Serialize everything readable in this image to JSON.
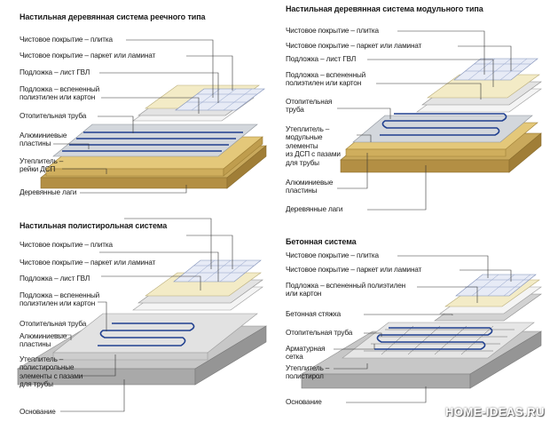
{
  "panels": {
    "tl": {
      "title": "Настильная деревянная система реечного типа",
      "labels": [
        "Чистовое покрытие – плитка",
        "Чистовое покрытие – паркет или ламинат",
        "Подложка – лист ГВЛ",
        "Подложка – вспененный\nполиэтилен или картон",
        "Отопительная труба",
        "Алюминиевые\nпластины",
        "Утеплитель –\nрейки ДСП",
        "Деревянные лаги"
      ]
    },
    "tr": {
      "title": "Настильная деревянная система модульного типа",
      "labels": [
        "Чистовое покрытие – плитка",
        "Чистовое покрытие – паркет или ламинат",
        "Подложка – лист ГВЛ",
        "Подложка – вспененный\nполиэтилен или картон",
        "Отопительная\nтруба",
        "Утеплитель –\nмодульные\nэлементы\nиз ДСП с пазами\nдля трубы",
        "Алюминиевые\nпластины",
        "Деревянные лаги"
      ]
    },
    "bl": {
      "title": "Настильная полистирольная система",
      "labels": [
        "Чистовое покрытие – плитка",
        "Чистовое покрытие – паркет или ламинат",
        "Подложка – лист ГВЛ",
        "Подложка – вспененный\nполиэтилен или картон",
        "Отопительная труба",
        "Алюминиевые\nпластины",
        "Утеплитель –\nполистирольные\nэлементы с пазами\nдля трубы",
        "Основание"
      ]
    },
    "br": {
      "title": "Бетонная система",
      "labels": [
        "Чистовое покрытие – плитка",
        "Чистовое покрытие – паркет или ламинат",
        "Подложка – вспененный полиэтилен\nили картон",
        "Бетонная стяжка",
        "Отопительная труба",
        "Арматурная\nсетка",
        "Утеплитель –\nполистирол",
        "Основание"
      ]
    }
  },
  "watermark": "HOME-IDEAS.RU",
  "colors": {
    "tile": "#e7ebf6",
    "tile_grid": "#8fa0c8",
    "parquet": "#f3ebc6",
    "gvl": "#e6e6e6",
    "foam": "#f4f4f4",
    "pipe": "#1f3f8f",
    "aluminium": "#cfd3d8",
    "wood": "#d8b667",
    "dsp": "#e4c87a",
    "concrete": "#bdbdbd",
    "polystyrene": "#dcdcdc"
  }
}
